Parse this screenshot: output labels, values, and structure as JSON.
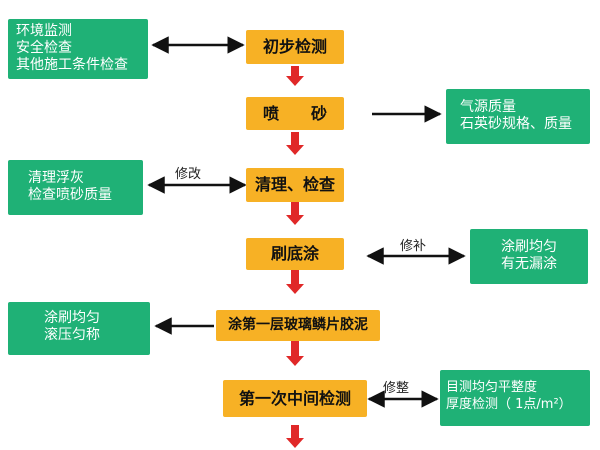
{
  "colors": {
    "step_fill": "#f7b125",
    "note_fill": "#1fb176",
    "flow_arrow": "#e02828",
    "connector": "#111111"
  },
  "steps": [
    {
      "label": "初步检测"
    },
    {
      "label": "喷　　砂"
    },
    {
      "label": "清理、检查"
    },
    {
      "label": "刷底涂"
    },
    {
      "label": "涂第一层玻璃鳞片胶泥"
    },
    {
      "label": "第一次中间检测"
    }
  ],
  "notes": {
    "initial": [
      "环境监测",
      "安全检查",
      "其他施工条件检查"
    ],
    "blast": [
      "气源质量",
      "石英砂规格、质量"
    ],
    "clean": [
      "清理浮灰",
      "检查喷砂质量"
    ],
    "primer": [
      "涂刷均匀",
      "有无漏涂"
    ],
    "layer1": [
      "涂刷均匀",
      "滚压匀称"
    ],
    "mid": [
      "目测均匀平整度",
      "厚度检测（ 1点/m²）"
    ]
  },
  "edge_labels": {
    "clean": "修改",
    "primer": "修补",
    "mid": "修整"
  }
}
